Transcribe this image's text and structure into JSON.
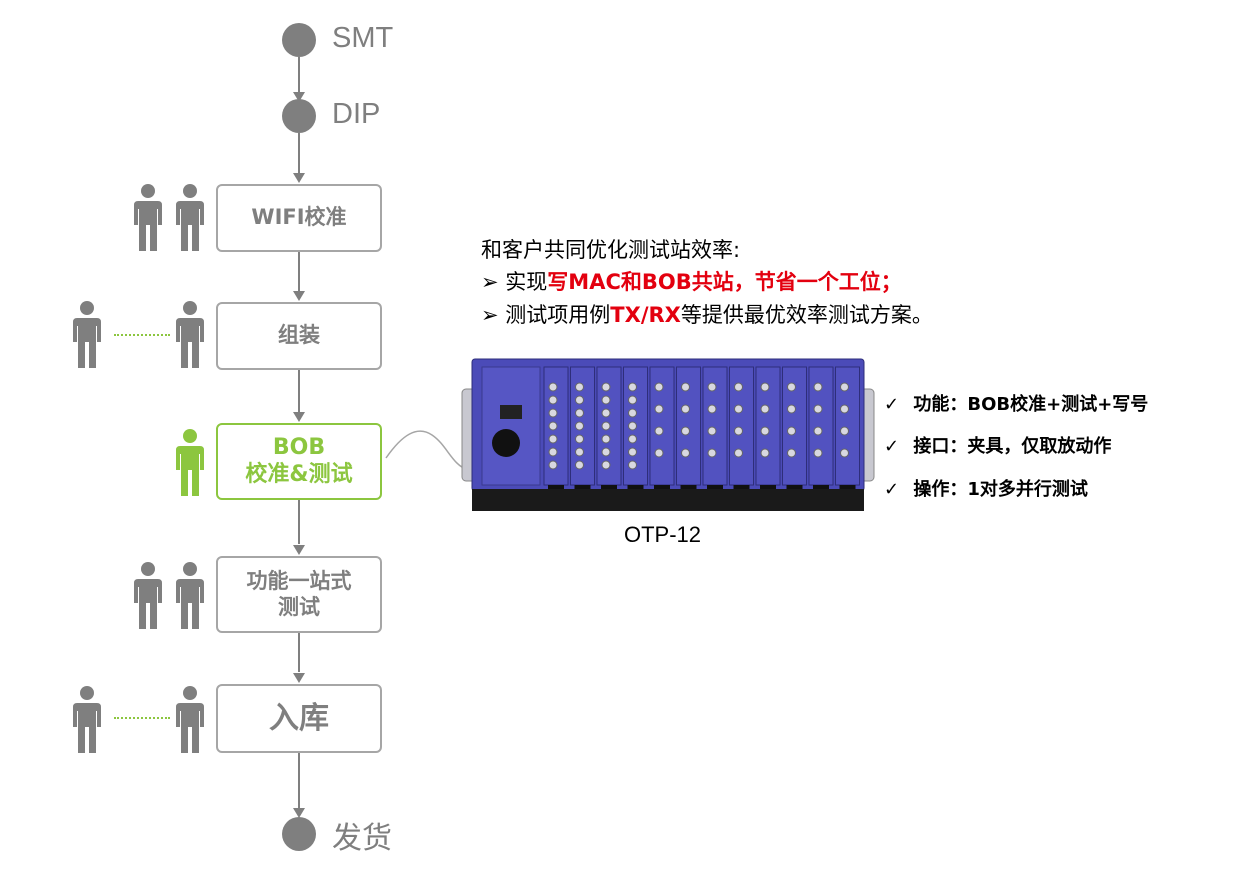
{
  "flow": {
    "top_nodes": [
      "SMT",
      "DIP"
    ],
    "steps": [
      {
        "lines": [
          "WIFI校准"
        ]
      },
      {
        "lines": [
          "组装"
        ]
      },
      {
        "lines": [
          "BOB",
          "校准&测试"
        ]
      },
      {
        "lines": [
          "功能一站式",
          "测试"
        ]
      },
      {
        "lines": [
          "入库"
        ]
      }
    ],
    "end_node": "发货"
  },
  "intro": {
    "heading": "和客户共同优化测试站效率:",
    "bullet1_prefix": "实现",
    "bullet1_highlight": "写MAC和BOB共站，节省一个工位；",
    "bullet2_prefix": "测试项用例",
    "bullet2_highlight": "TX/RX",
    "bullet2_suffix": "等提供最优效率测试方案。",
    "bullet_symbol": "➢"
  },
  "features": [
    "功能：BOB校准+测试+写号",
    "接口：夹具，仅取放动作",
    "操作：1对多并行测试"
  ],
  "check_symbol": "✓",
  "device_caption": "OTP-12",
  "colors": {
    "gray": "#7f7f7f",
    "green": "#8cc63f",
    "red": "#e3000f",
    "device_blue": "#4b4bb8"
  }
}
